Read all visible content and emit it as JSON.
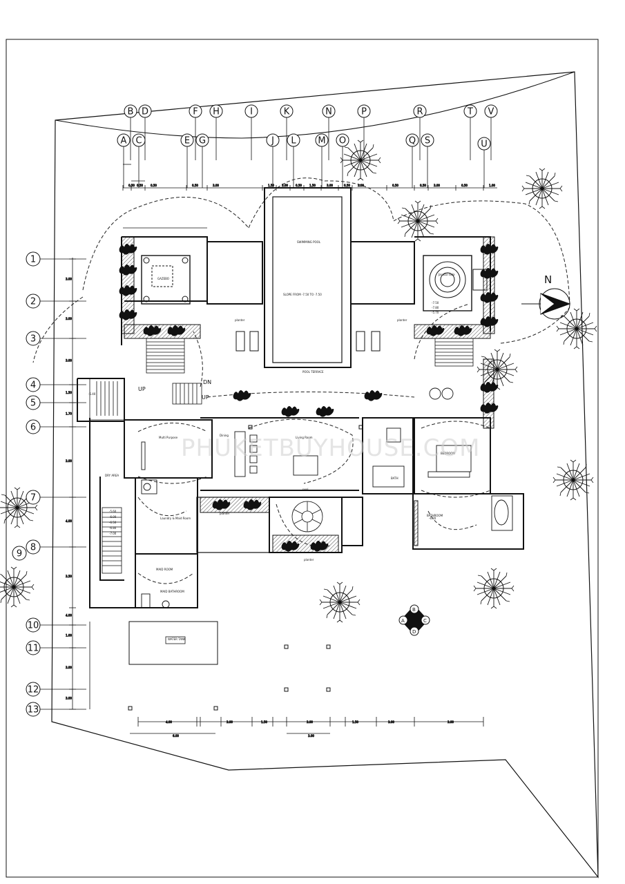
{
  "grid_columns_top": [
    "B",
    "D",
    "F",
    "H",
    "I",
    "K",
    "N",
    "P",
    "R",
    "T",
    "V"
  ],
  "grid_columns_bottom": [
    "A",
    "C",
    "E",
    "G",
    "J",
    "L",
    "M",
    "O",
    "Q",
    "S",
    "U"
  ],
  "grid_rows": [
    "1",
    "2",
    "3",
    "4",
    "5",
    "6",
    "7",
    "8",
    "9",
    "10",
    "11",
    "12",
    "13"
  ],
  "north_label": "N",
  "compass_letters": [
    "A",
    "B",
    "C",
    "D"
  ],
  "watermark": "PHUKETBUYHOUSE.COM",
  "dimensions_top": [
    "0.50",
    "0.50",
    "0.50",
    "0.50",
    "3.00",
    "1.50",
    "3.00",
    "0.50",
    "1.50",
    "3.00",
    "0.50",
    "3.00",
    "0.50",
    "0.50",
    "3.00",
    "0.50",
    "1.00"
  ],
  "dimensions_left": [
    "3.00",
    "3.00",
    "3.00",
    "1.50",
    "1.70",
    "3.00",
    "4.00",
    "3.50",
    "4.00",
    "1.00",
    "3.00",
    "3.00",
    "1.70"
  ],
  "dimensions_bottom": [
    "4.00",
    "3.00",
    "1.50",
    "3.00",
    "1.50",
    "3.00",
    "3.00",
    "6.00",
    "3.00"
  ],
  "room_labels": {
    "pool": "SWIMMING POOL",
    "slope": "SLOPE FROM -7.50 TO -7.50",
    "pool_terrace": "POOL TERRACE",
    "gazebo": "GAZEBO",
    "jacuzzi": "Jacuzzi Sala",
    "multi_purpose": "Multi Purpose",
    "living": "Living Room",
    "dining": "Dining",
    "bedroom": "BEDROOM",
    "bath": "BATH",
    "laundry": "Laundry & Maid Room",
    "maid_room": "MAID ROOM",
    "maid_bathroom": "MAID BATHROOM",
    "dry_area": "DRY AREA",
    "bathroom": "BATHROOM",
    "water_tank": "WATER TANK",
    "planter": "planter",
    "pool_label": "pool",
    "up": "UP",
    "dn": "DN"
  },
  "level_notes": [
    "-5.60",
    "-6.00",
    "-6.50",
    "-6.80",
    "-7.00",
    "-7.50",
    "-7.80",
    "-5.70",
    "-5.40",
    "-6.20"
  ]
}
